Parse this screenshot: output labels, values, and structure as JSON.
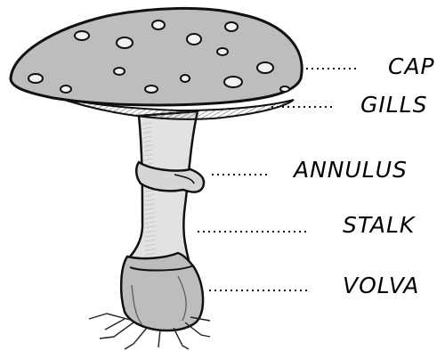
{
  "labels": {
    "cap": "CAP",
    "gills": "GILLS",
    "annulus": "ANNULUS",
    "stalk": "STALK",
    "volva": "VOLVA"
  },
  "colors": {
    "ink": "#111111",
    "cap_fill": "#bfbfbf",
    "stalk_fill": "#dcdcdc",
    "background": "#ffffff"
  }
}
